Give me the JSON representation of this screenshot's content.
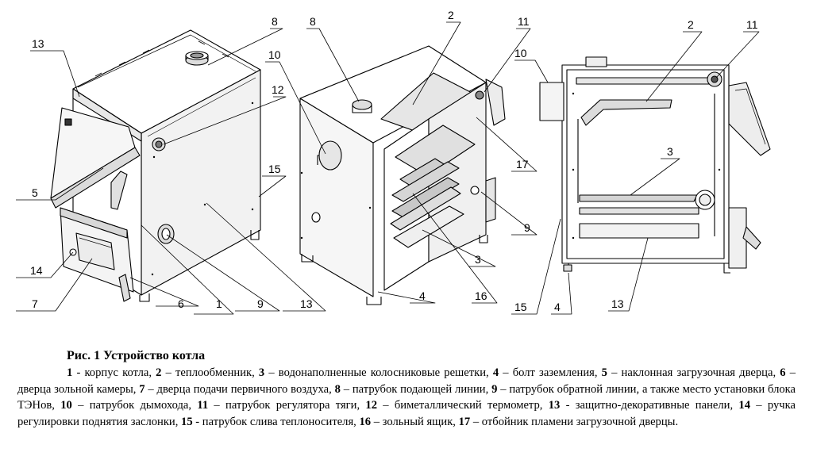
{
  "figure": {
    "title": "Рис. 1 Устройство котла",
    "callouts": {
      "left": [
        "13",
        "8",
        "12",
        "15",
        "5",
        "14",
        "7",
        "6",
        "1",
        "9",
        "13"
      ],
      "middle": [
        "8",
        "2",
        "11",
        "10",
        "17",
        "9",
        "3",
        "4",
        "16"
      ],
      "right": [
        "2",
        "11",
        "10",
        "3",
        "15",
        "4",
        "13"
      ]
    }
  },
  "legend": [
    {
      "num": "1",
      "sep": " - ",
      "text": "корпус котла, "
    },
    {
      "num": "2",
      "sep": " – ",
      "text": "теплообменник, "
    },
    {
      "num": "3",
      "sep": " – ",
      "text": "водонаполненные колосниковые решетки, "
    },
    {
      "num": "4",
      "sep": " – ",
      "text": "болт заземления, "
    },
    {
      "num": "5",
      "sep": " – ",
      "text": "наклонная загрузочная дверца, "
    },
    {
      "num": "6",
      "sep": " – ",
      "text": "дверца зольной камеры, "
    },
    {
      "num": "7",
      "sep": " – ",
      "text": "дверца подачи первичного воздуха, "
    },
    {
      "num": "8",
      "sep": " – ",
      "text": "патрубок подающей линии, "
    },
    {
      "num": "9",
      "sep": " – ",
      "text": "патрубок обратной линии, а также место установки блока ТЭНов, "
    },
    {
      "num": "10",
      "sep": " – ",
      "text": "патрубок дымохода, "
    },
    {
      "num": "11",
      "sep": " – ",
      "text": "патрубок регулятора тяги, "
    },
    {
      "num": "12",
      "sep": " – ",
      "text": "биметаллический термометр, "
    },
    {
      "num": "13",
      "sep": " - ",
      "text": "защитно-декоративные панели, "
    },
    {
      "num": "14",
      "sep": " – ",
      "text": "ручка регулировки поднятия заслонки, "
    },
    {
      "num": "15",
      "sep": " - ",
      "text": "патрубок слива теплоносителя, "
    },
    {
      "num": "16",
      "sep": " – ",
      "text": "зольный ящик, "
    },
    {
      "num": "17",
      "sep": " – ",
      "text": "отбойник пламени загрузочной дверцы."
    }
  ]
}
